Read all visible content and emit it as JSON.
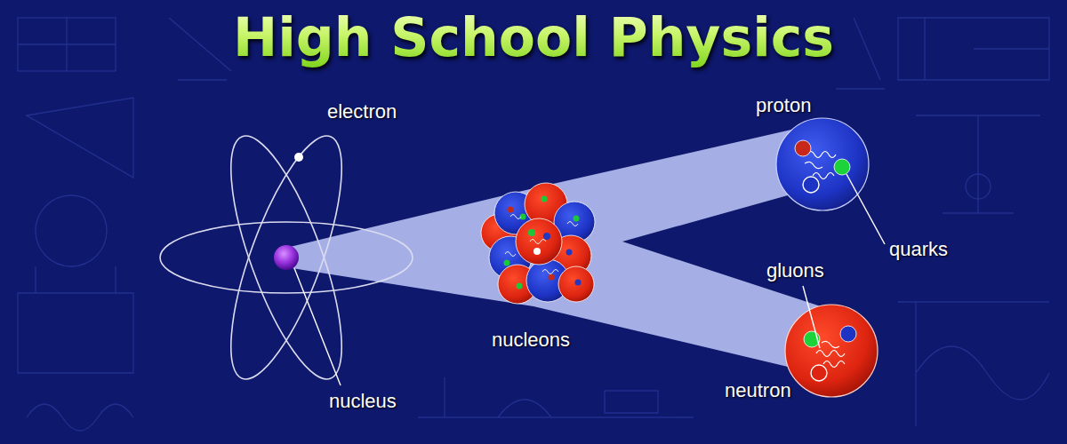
{
  "diagram": {
    "title": "High School Physics",
    "labels": [
      "electron",
      "nucleus",
      "nucleons",
      "proton",
      "quarks",
      "gluons",
      "neutron"
    ]
  }
}
